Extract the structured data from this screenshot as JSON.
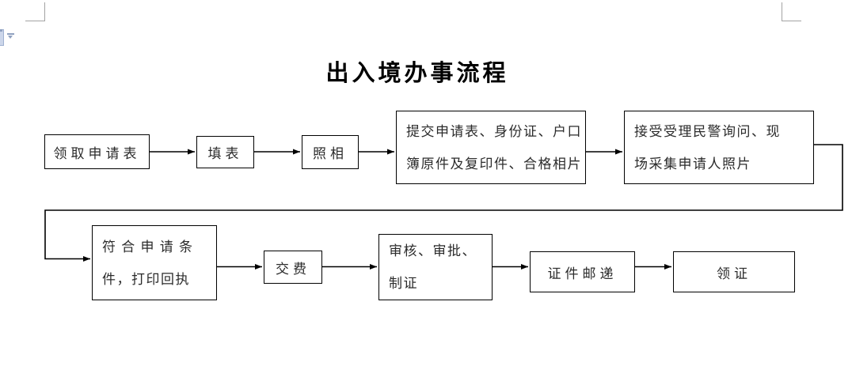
{
  "title": "出入境办事流程",
  "flowchart": {
    "nodes": [
      {
        "id": "get-application-form",
        "lines": [
          "领取申请表"
        ]
      },
      {
        "id": "fill-form",
        "lines": [
          "填表"
        ]
      },
      {
        "id": "take-photo",
        "lines": [
          "照相"
        ]
      },
      {
        "id": "submit-documents",
        "lines": [
          "提交申请表、身份证、户口",
          "簿原件及复印件、合格相片"
        ]
      },
      {
        "id": "police-inquiry",
        "lines": [
          "接受受理民警询问、现",
          "场采集申请人照片"
        ]
      },
      {
        "id": "meet-conditions",
        "lines": [
          "符 合 申 请 条",
          "件，打印回执"
        ]
      },
      {
        "id": "pay-fee",
        "lines": [
          "交费"
        ]
      },
      {
        "id": "review-approve",
        "lines": [
          "审核、审批、",
          "制证"
        ]
      },
      {
        "id": "mail-document",
        "lines": [
          "证件邮递"
        ]
      },
      {
        "id": "collect-certificate",
        "lines": [
          "领证"
        ]
      }
    ]
  },
  "colors": {
    "line": "#000000",
    "corner_mark": "#a3a3a3",
    "paste_icon_blue": "#9fb1d1"
  }
}
